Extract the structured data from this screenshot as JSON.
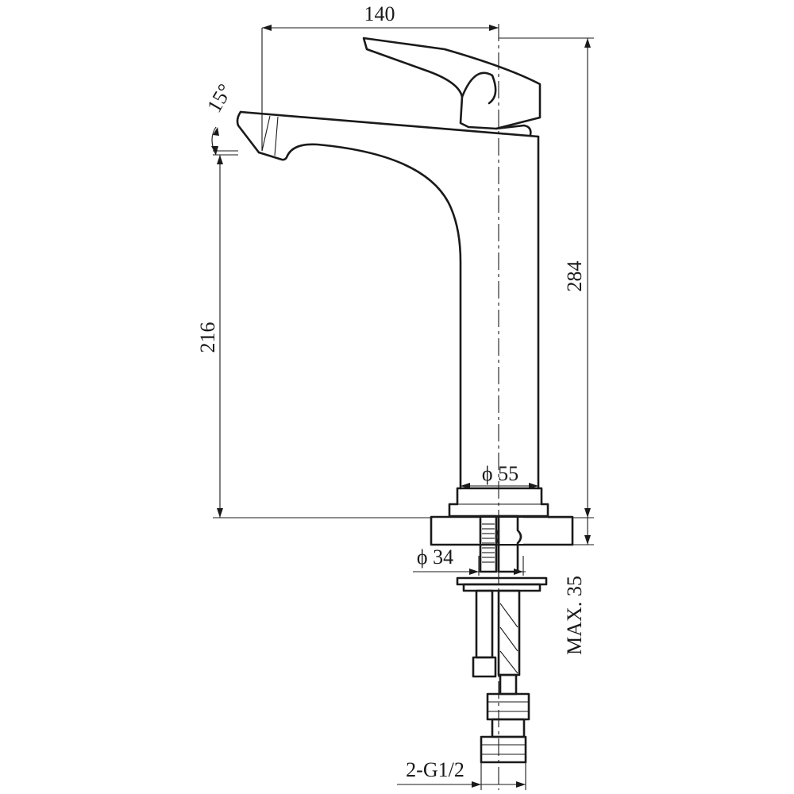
{
  "dimensions": {
    "width_top": "140",
    "angle": "15°",
    "spout_height": "216",
    "total_height": "284",
    "body_diameter": "ϕ 55",
    "shank_diameter": "ϕ 34",
    "max_deck_thickness": "MAX. 35",
    "hose_connection": "2-G1/2"
  },
  "colors": {
    "line": "#1a1a1a",
    "background": "#ffffff"
  }
}
